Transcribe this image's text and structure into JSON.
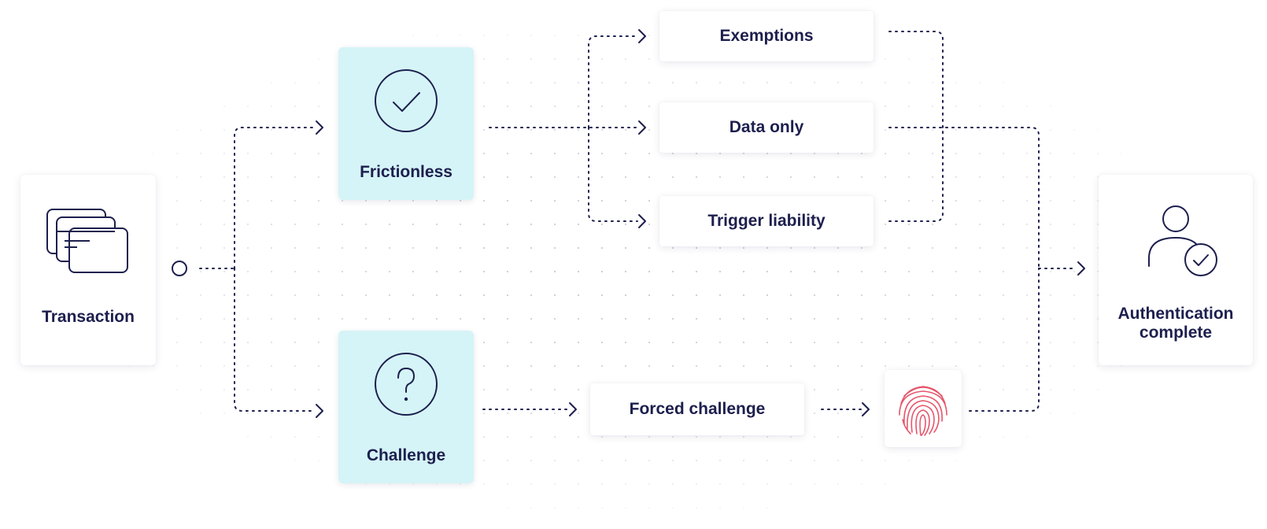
{
  "colors": {
    "ink": "#1d1f4e",
    "teal_card": "#d5f4f7",
    "fingerprint": "#e5566b",
    "dot_grid": "#c9cad3"
  },
  "nodes": {
    "transaction": {
      "label": "Transaction",
      "icon": "credit-cards-icon"
    },
    "frictionless": {
      "label": "Frictionless",
      "icon": "check-circle-icon"
    },
    "challenge": {
      "label": "Challenge",
      "icon": "question-circle-icon"
    },
    "exemptions": {
      "label": "Exemptions"
    },
    "data_only": {
      "label": "Data only"
    },
    "trigger_liability": {
      "label": "Trigger liability"
    },
    "forced_challenge": {
      "label": "Forced challenge"
    },
    "biometric": {
      "icon": "fingerprint-icon"
    },
    "authentication_complete": {
      "label_line1": "Authentication",
      "label_line2": "complete",
      "icon": "user-check-icon"
    }
  },
  "edges": [
    {
      "from": "transaction",
      "to": "frictionless"
    },
    {
      "from": "transaction",
      "to": "challenge"
    },
    {
      "from": "frictionless",
      "to": "exemptions"
    },
    {
      "from": "frictionless",
      "to": "data_only"
    },
    {
      "from": "frictionless",
      "to": "trigger_liability"
    },
    {
      "from": "challenge",
      "to": "forced_challenge"
    },
    {
      "from": "forced_challenge",
      "to": "biometric"
    },
    {
      "from": "exemptions",
      "to": "authentication_complete"
    },
    {
      "from": "data_only",
      "to": "authentication_complete"
    },
    {
      "from": "trigger_liability",
      "to": "authentication_complete"
    },
    {
      "from": "biometric",
      "to": "authentication_complete"
    }
  ]
}
